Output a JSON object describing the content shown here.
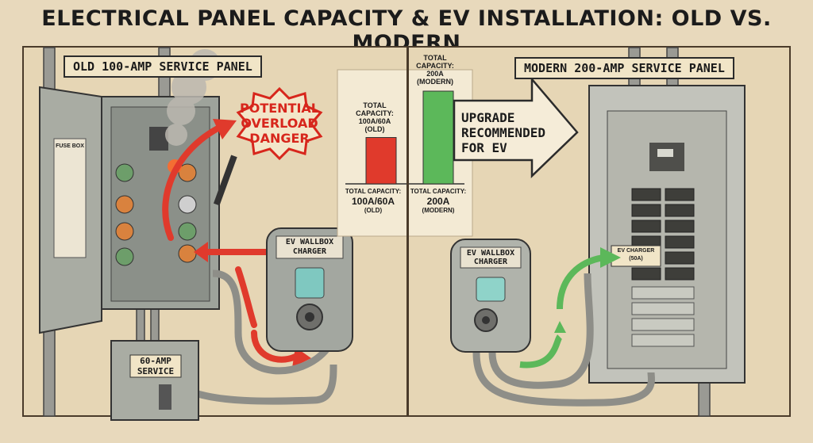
{
  "title": "ELECTRICAL PANEL CAPACITY & EV INSTALLATION: OLD VS. MODERN",
  "left": {
    "panel_label": "OLD 100-AMP SERVICE PANEL",
    "door_label": "FUSE BOX",
    "warning": [
      "POTENTIAL",
      "OVERLOAD",
      "DANGER"
    ],
    "charger": [
      "EV WALLBOX",
      "CHARGER"
    ],
    "subpanel": [
      "60-AMP",
      "SERVICE"
    ]
  },
  "right": {
    "panel_label": "MODERN 200-AMP SERVICE PANEL",
    "upgrade": [
      "UPGRADE",
      "RECOMMENDED",
      "FOR EV"
    ],
    "charger": [
      "EV WALLBOX",
      "CHARGER"
    ],
    "breaker_label": [
      "EV CHARGER",
      "(50A)"
    ]
  },
  "chart_data": {
    "type": "bar",
    "categories": [
      "TOTAL CAPACITY: 100A/60A (OLD)",
      "TOTAL CAPACITY: 200A (MODERN)"
    ],
    "values": [
      100,
      200
    ],
    "bar_labels": [
      [
        "TOTAL",
        "CAPACITY:",
        "100A/60A",
        "(OLD)"
      ],
      [
        "TOTAL",
        "CAPACITY:",
        "200A",
        "(MODERN)"
      ]
    ],
    "axis_labels": [
      [
        "TOTAL CAPACITY:",
        "100A/60A",
        "(OLD)"
      ],
      [
        "TOTAL CAPACITY:",
        "200A",
        "(MODERN)"
      ]
    ],
    "colors": [
      "#e03a2c",
      "#5cb85a"
    ],
    "ylim": [
      0,
      200
    ]
  },
  "colors": {
    "danger": "#d7261c",
    "ok_arrow": "#5cb85a",
    "warn_arrow": "#e03a2c",
    "paper": "#e8d9bc"
  }
}
